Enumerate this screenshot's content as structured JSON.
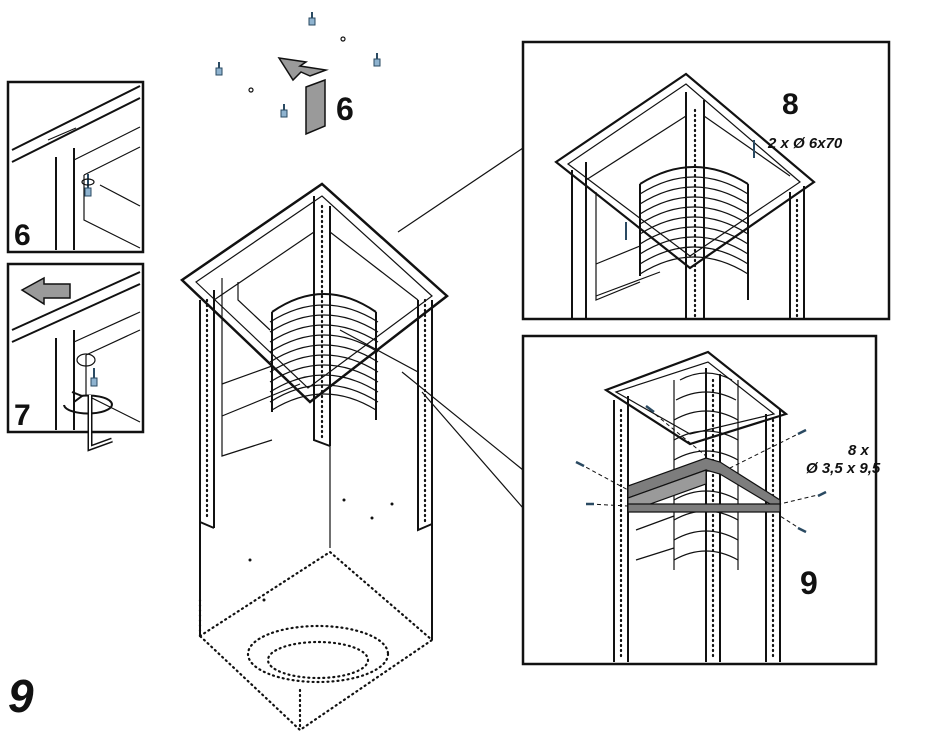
{
  "figure": {
    "number": "9",
    "step_labels": {
      "top": "6",
      "inset_top": "6",
      "inset_bottom": "7"
    },
    "detail_top": {
      "label": "8",
      "spec": "2 x Ø 6x70"
    },
    "detail_bottom": {
      "label": "9",
      "spec_line1": "8 x",
      "spec_line2": "Ø 3,5 x 9,5"
    }
  },
  "colors": {
    "arrow": "#9a9a9a",
    "screw": "#8fb3cf",
    "line": "#111111",
    "brace": "#7d7d7d"
  }
}
